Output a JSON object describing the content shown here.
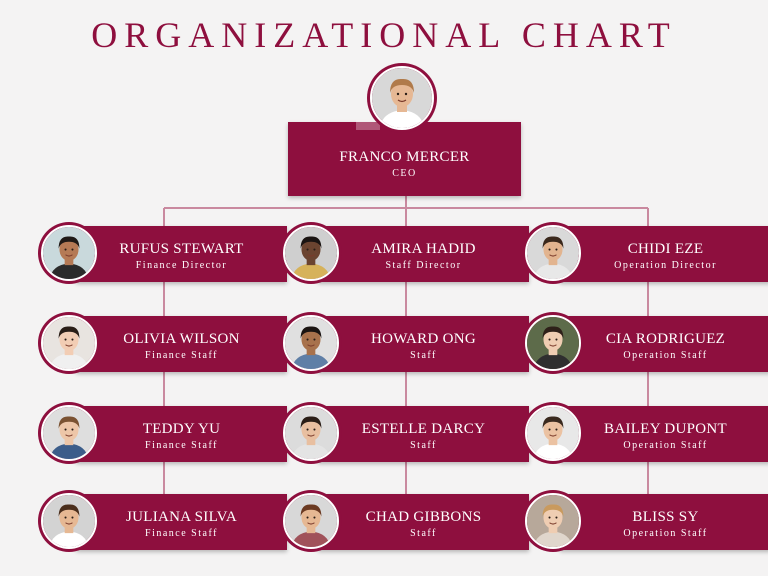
{
  "title": "ORGANIZATIONAL CHART",
  "colors": {
    "accent": "#8e0f3e",
    "background": "#f4f3f3"
  },
  "ceo": {
    "name": "FRANCO MERCER",
    "role": "CEO",
    "photo": {
      "skin": "#e6b894",
      "hair": "#b07a4a",
      "bg": "#d8d8d8",
      "shirt": "#ffffff"
    }
  },
  "columns": [
    {
      "members": [
        {
          "name": "RUFUS STEWART",
          "role": "Finance Director",
          "photo": {
            "skin": "#b57a55",
            "hair": "#1f1a17",
            "bg": "#c9d9dc",
            "shirt": "#2b2b2b"
          }
        },
        {
          "name": "OLIVIA WILSON",
          "role": "Finance Staff",
          "photo": {
            "skin": "#f2cdb4",
            "hair": "#2a1e17",
            "bg": "#e8e4e0",
            "shirt": "#f0f0f0"
          }
        },
        {
          "name": "TEDDY YU",
          "role": "Finance Staff",
          "photo": {
            "skin": "#edc6a8",
            "hair": "#7a5232",
            "bg": "#dedede",
            "shirt": "#3c5d8a"
          }
        },
        {
          "name": "JULIANA SILVA",
          "role": "Finance Staff",
          "photo": {
            "skin": "#e6b893",
            "hair": "#4a2e1c",
            "bg": "#d3d3d3",
            "shirt": "#ffffff"
          }
        }
      ]
    },
    {
      "members": [
        {
          "name": "AMIRA HADID",
          "role": "Staff Director",
          "photo": {
            "skin": "#6b4430",
            "hair": "#1a1412",
            "bg": "#cfcfcf",
            "shirt": "#d6b25a"
          }
        },
        {
          "name": "HOWARD ONG",
          "role": "Staff",
          "photo": {
            "skin": "#a8724c",
            "hair": "#1a1412",
            "bg": "#e0e0e0",
            "shirt": "#5f7fa6"
          }
        },
        {
          "name": "ESTELLE DARCY",
          "role": "Staff",
          "photo": {
            "skin": "#e8bfa0",
            "hair": "#2a1e17",
            "bg": "#dcdcdc",
            "shirt": "#e4e4e4"
          }
        },
        {
          "name": "CHAD GIBBONS",
          "role": "Staff",
          "photo": {
            "skin": "#e6b893",
            "hair": "#6b3a22",
            "bg": "#d8d8d8",
            "shirt": "#a0525a"
          }
        }
      ]
    },
    {
      "members": [
        {
          "name": "CHIDI EZE",
          "role": "Operation Director",
          "photo": {
            "skin": "#e2b48f",
            "hair": "#3a281c",
            "bg": "#d9d9d9",
            "shirt": "#e8e8e8"
          }
        },
        {
          "name": "CIA RODRIGUEZ",
          "role": "Operation Staff",
          "photo": {
            "skin": "#efcdb2",
            "hair": "#2e2019",
            "bg": "#5d6b4a",
            "shirt": "#2f2f2f"
          }
        },
        {
          "name": "BAILEY DUPONT",
          "role": "Operation Staff",
          "photo": {
            "skin": "#ebc2a2",
            "hair": "#3a2a1f",
            "bg": "#e8e8e8",
            "shirt": "#ffffff"
          }
        },
        {
          "name": "BLISS SY",
          "role": "Operation Staff",
          "photo": {
            "skin": "#efcdb2",
            "hair": "#c99a5e",
            "bg": "#b7a89a",
            "shirt": "#e0d6cc"
          }
        }
      ]
    }
  ]
}
